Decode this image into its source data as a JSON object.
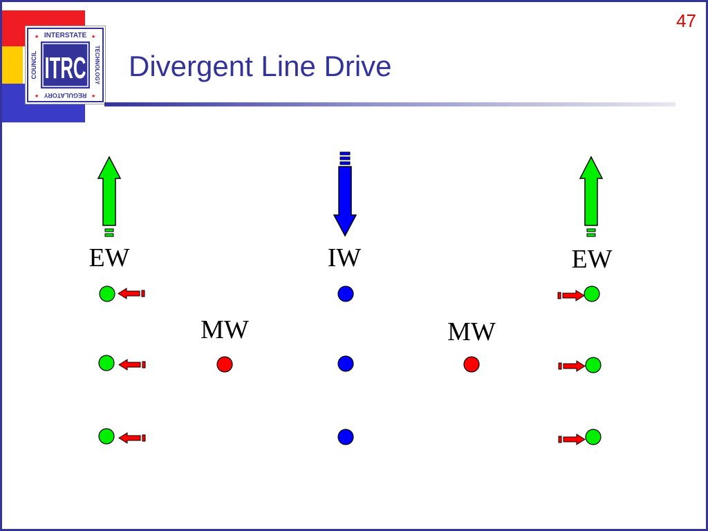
{
  "slide": {
    "title": "Divergent Line Drive",
    "page_number": "47"
  },
  "logo": {
    "top_text": "INTERSTATE",
    "left_text": "COUNCIL",
    "right_text": "TECHNOLOGY",
    "bottom_text": "REGULATORY",
    "center_text": "ITRC"
  },
  "diagram": {
    "wells": [
      {
        "label": "EW",
        "type": "extraction"
      },
      {
        "label": "MW",
        "type": "monitoring"
      },
      {
        "label": "IW",
        "type": "injection"
      },
      {
        "label": "MW",
        "type": "monitoring"
      },
      {
        "label": "EW",
        "type": "extraction"
      }
    ],
    "colors": {
      "extraction": "#00ee00",
      "injection": "#0000ff",
      "monitoring": "#ff0000",
      "flow_arrow": "#ff0000",
      "outline": "#000000"
    }
  }
}
